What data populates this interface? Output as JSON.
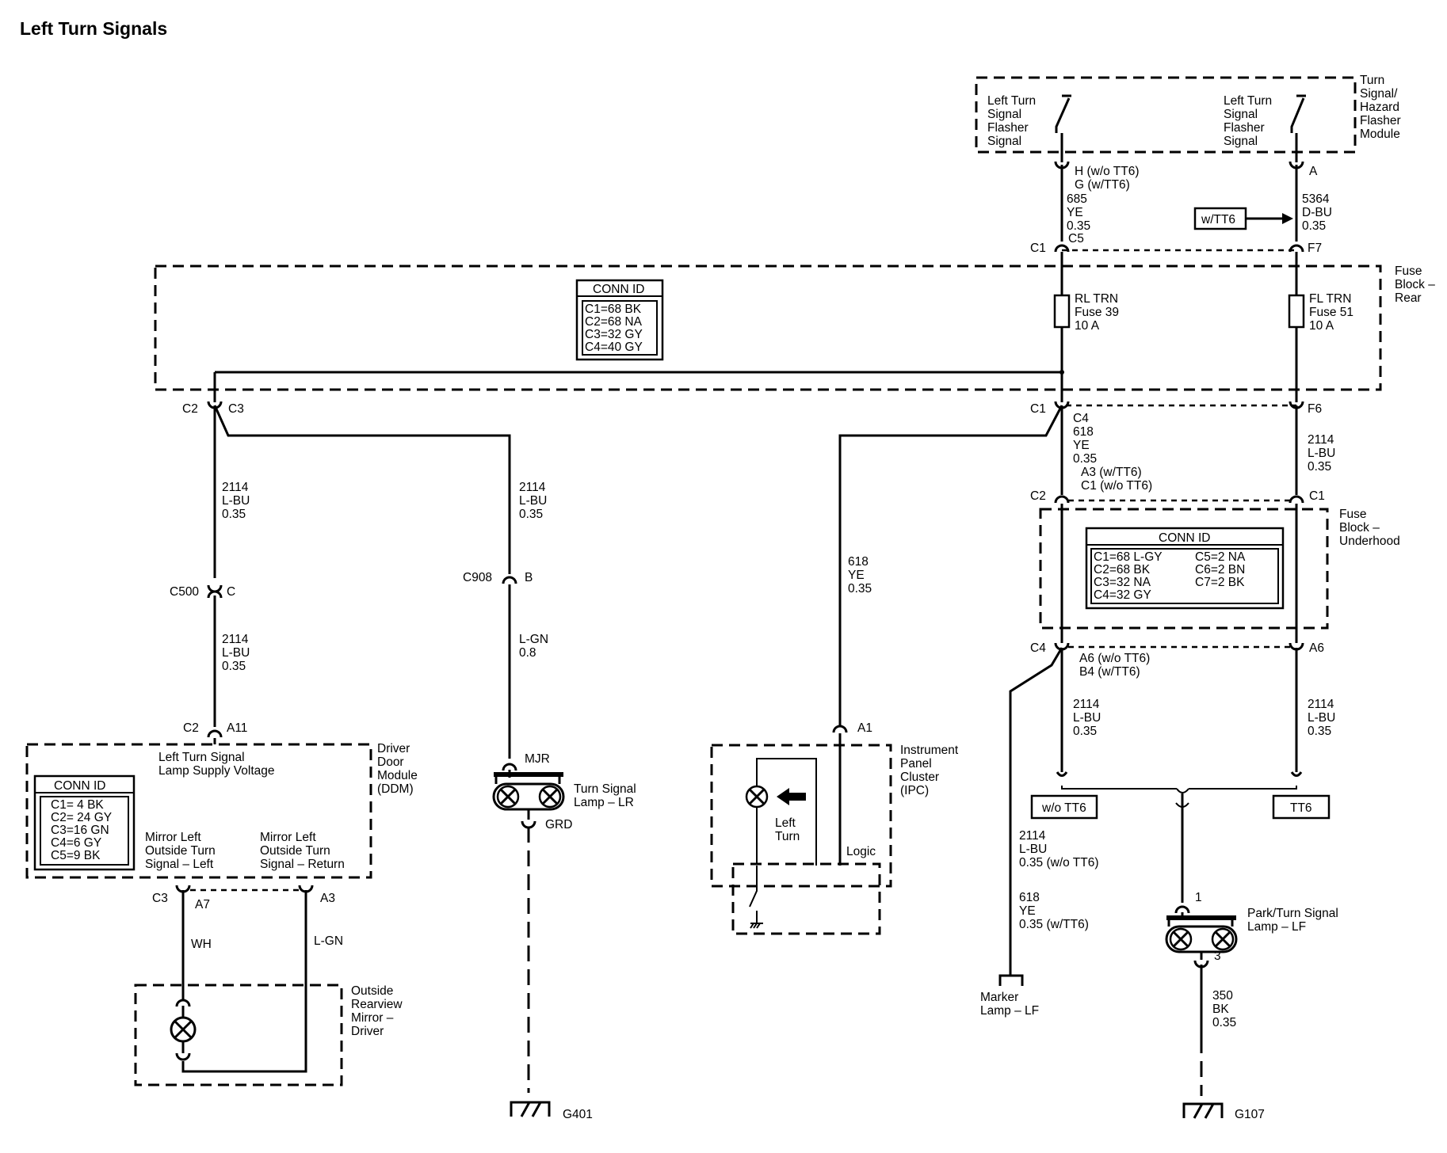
{
  "title": "Left Turn Signals",
  "flasher_module": {
    "label": [
      "Turn",
      "Signal/",
      "Hazard",
      "Flasher",
      "Module"
    ],
    "left_switch": [
      "Left Turn",
      "Signal",
      "Flasher",
      "Signal"
    ],
    "right_switch": [
      "Left Turn",
      "Signal",
      "Flasher",
      "Signal"
    ],
    "pin_h": [
      "H (w/o TT6)",
      "G (w/TT6)"
    ],
    "pin_a": "A"
  },
  "wire_685": [
    "685",
    "YE",
    "0.35"
  ],
  "wire_5364": [
    "5364",
    "D-BU",
    "0.35"
  ],
  "wtt6_tag": "w/TT6",
  "fuse_block_rear": {
    "label": [
      "Fuse",
      "Block –",
      "Rear"
    ],
    "conn_title": "CONN ID",
    "conn_rows": [
      "C1=68 BK",
      "C2=68 NA",
      "C3=32 GY",
      "C4=40 GY"
    ],
    "c1_top": "C1",
    "c5_top": "C5",
    "f7_top": "F7",
    "fuse39": [
      "RL TRN",
      "Fuse 39",
      "10 A"
    ],
    "fuse51": [
      "FL TRN",
      "Fuse 51",
      "10 A"
    ],
    "c2_bot": "C2",
    "c3_bot": "C3",
    "c1_bot": "C1",
    "c4_bot": "C4",
    "f6_bot": "F6"
  },
  "wire_618_a": [
    "618",
    "YE",
    "0.35",
    "A3 (w/TT6)",
    "C1 (w/o TT6)"
  ],
  "wire_2114_f6": [
    "2114",
    "L-BU",
    "0.35"
  ],
  "fuse_block_underhood": {
    "label": [
      "Fuse",
      "Block –",
      "Underhood"
    ],
    "conn_title": "CONN ID",
    "conn_left": [
      "C1=68 L-GY",
      "C2=68 BK",
      "C3=32 NA",
      "C4=32 GY"
    ],
    "conn_right": [
      "C5=2 NA",
      "C6=2 BN",
      "C7=2 BK"
    ],
    "c2_top": "C2",
    "c1_top": "C1",
    "c4_bot": "C4",
    "a6_left": [
      "A6 (w/o TT6)",
      "B4 (w/TT6)"
    ],
    "a6_right": "A6"
  },
  "wire_2114_uh_left": [
    "2114",
    "L-BU",
    "0.35"
  ],
  "wire_2114_uh_right": [
    "2114",
    "L-BU",
    "0.35"
  ],
  "option_wo_tt6": "w/o TT6",
  "option_tt6": "TT6",
  "marker_wire": [
    "2114",
    "L-BU",
    "0.35 (w/o TT6)",
    "618",
    "YE",
    "0.35 (w/TT6)"
  ],
  "marker_lamp": [
    "Marker",
    "Lamp – LF"
  ],
  "park_lamp": {
    "label": [
      "Park/Turn Signal",
      "Lamp – LF"
    ],
    "pin1": "1",
    "pin3": "3"
  },
  "wire_350": [
    "350",
    "BK",
    "0.35"
  ],
  "ground_g107": "G107",
  "ground_g401": "G401",
  "wire_2114_left_a": [
    "2114",
    "L-BU",
    "0.35"
  ],
  "wire_2114_mid": [
    "2114",
    "L-BU",
    "0.35"
  ],
  "c500": "C500",
  "c500_pin": "C",
  "wire_2114_left_b": [
    "2114",
    "L-BU",
    "0.35"
  ],
  "ddm": {
    "label": [
      "Driver",
      "Door",
      "Module",
      "(DDM)"
    ],
    "supply_label": [
      "Left Turn Signal",
      "Lamp Supply Voltage"
    ],
    "c2": "C2",
    "a11": "A11",
    "conn_title": "CONN ID",
    "conn_rows": [
      "C1= 4 BK",
      "C2= 24 GY",
      "C3=16 GN",
      "C4=6 GY",
      "C5=9 BK"
    ],
    "mirror_left": [
      "Mirror Left",
      "Outside Turn",
      "Signal – Left"
    ],
    "mirror_return": [
      "Mirror Left",
      "Outside Turn",
      "Signal – Return"
    ],
    "c3": "C3",
    "a7": "A7",
    "a3": "A3"
  },
  "wire_wh": "WH",
  "wire_lgn_mirror": "L-GN",
  "mirror": [
    "Outside",
    "Rearview",
    "Mirror –",
    "Driver"
  ],
  "c908": "C908",
  "c908_pin": "B",
  "wire_lgn_08": [
    "L-GN",
    "0.8"
  ],
  "turn_lamp_lr": {
    "label": [
      "Turn Signal",
      "Lamp – LR"
    ],
    "mjr": "MJR",
    "grd": "GRD"
  },
  "wire_618_ipc": [
    "618",
    "YE",
    "0.35"
  ],
  "ipc": {
    "label": [
      "Instrument",
      "Panel",
      "Cluster",
      "(IPC)"
    ],
    "a1": "A1",
    "left_turn": [
      "Left",
      "Turn"
    ],
    "logic": "Logic"
  }
}
